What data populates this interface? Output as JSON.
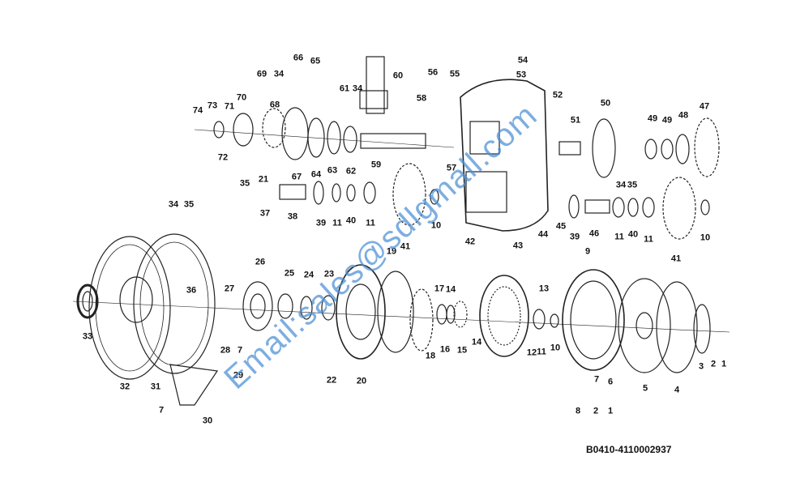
{
  "diagram": {
    "reference_code": "B0410-4110002937",
    "watermark_text": "Email:sales@sdlgmall.com",
    "watermark_color": "#4b8fd6",
    "part_numbers": [
      "1",
      "2",
      "3",
      "4",
      "5",
      "6",
      "7",
      "8",
      "9",
      "10",
      "11",
      "12",
      "13",
      "14",
      "15",
      "16",
      "17",
      "18",
      "19",
      "20",
      "21",
      "22",
      "23",
      "24",
      "25",
      "26",
      "27",
      "28",
      "29",
      "30",
      "31",
      "32",
      "33",
      "34",
      "35",
      "36",
      "37",
      "38",
      "39",
      "40",
      "41",
      "42",
      "43",
      "44",
      "45",
      "46",
      "47",
      "48",
      "49",
      "50",
      "51",
      "52",
      "53",
      "54",
      "55",
      "56",
      "57",
      "58",
      "59",
      "60",
      "61",
      "62",
      "63",
      "64",
      "65",
      "66",
      "67",
      "68",
      "69",
      "70",
      "71",
      "72",
      "73",
      "74"
    ]
  }
}
